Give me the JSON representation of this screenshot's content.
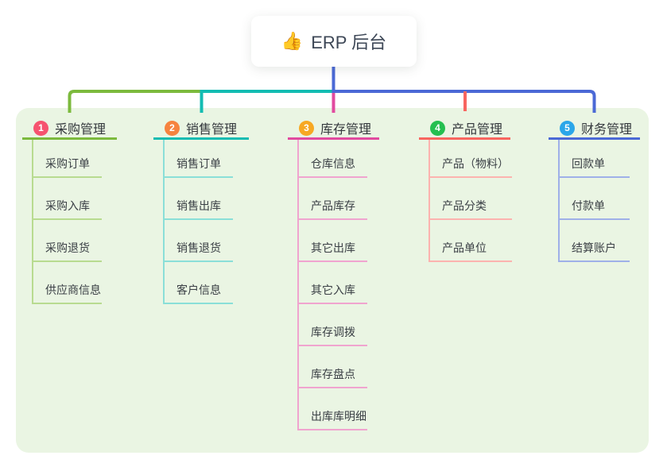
{
  "root": {
    "icon": "thumbs-up",
    "emoji": "👍",
    "label": "ERP 后台",
    "line_color": "#4b69d6"
  },
  "panel_bg": "#eaf5e3",
  "branches": [
    {
      "badge": "1",
      "badge_color": "#f6536f",
      "label": "采购管理",
      "color": "#7cba3d",
      "color_light": "#b8db90",
      "children": [
        "采购订单",
        "采购入库",
        "采购退货",
        "供应商信息"
      ]
    },
    {
      "badge": "2",
      "badge_color": "#f6833f",
      "label": "销售管理",
      "color": "#13bcb2",
      "color_light": "#8adfd8",
      "children": [
        "销售订单",
        "销售出库",
        "销售退货",
        "客户信息"
      ]
    },
    {
      "badge": "3",
      "badge_color": "#f7a823",
      "label": "库存管理",
      "color": "#e14a9f",
      "color_light": "#f0a4cf",
      "children": [
        "仓库信息",
        "产品库存",
        "其它出库",
        "其它入库",
        "库存调拨",
        "库存盘点",
        "出库库明细"
      ]
    },
    {
      "badge": "4",
      "badge_color": "#25bf50",
      "label": "产品管理",
      "color": "#f8655f",
      "color_light": "#fcb3af",
      "children": [
        "产品（物料）",
        "产品分类",
        "产品单位"
      ]
    },
    {
      "badge": "5",
      "badge_color": "#2ba6e9",
      "label": "财务管理",
      "color": "#4b69d6",
      "color_light": "#9fb0e8",
      "children": [
        "回款单",
        "付款单",
        "结算账户"
      ]
    }
  ]
}
